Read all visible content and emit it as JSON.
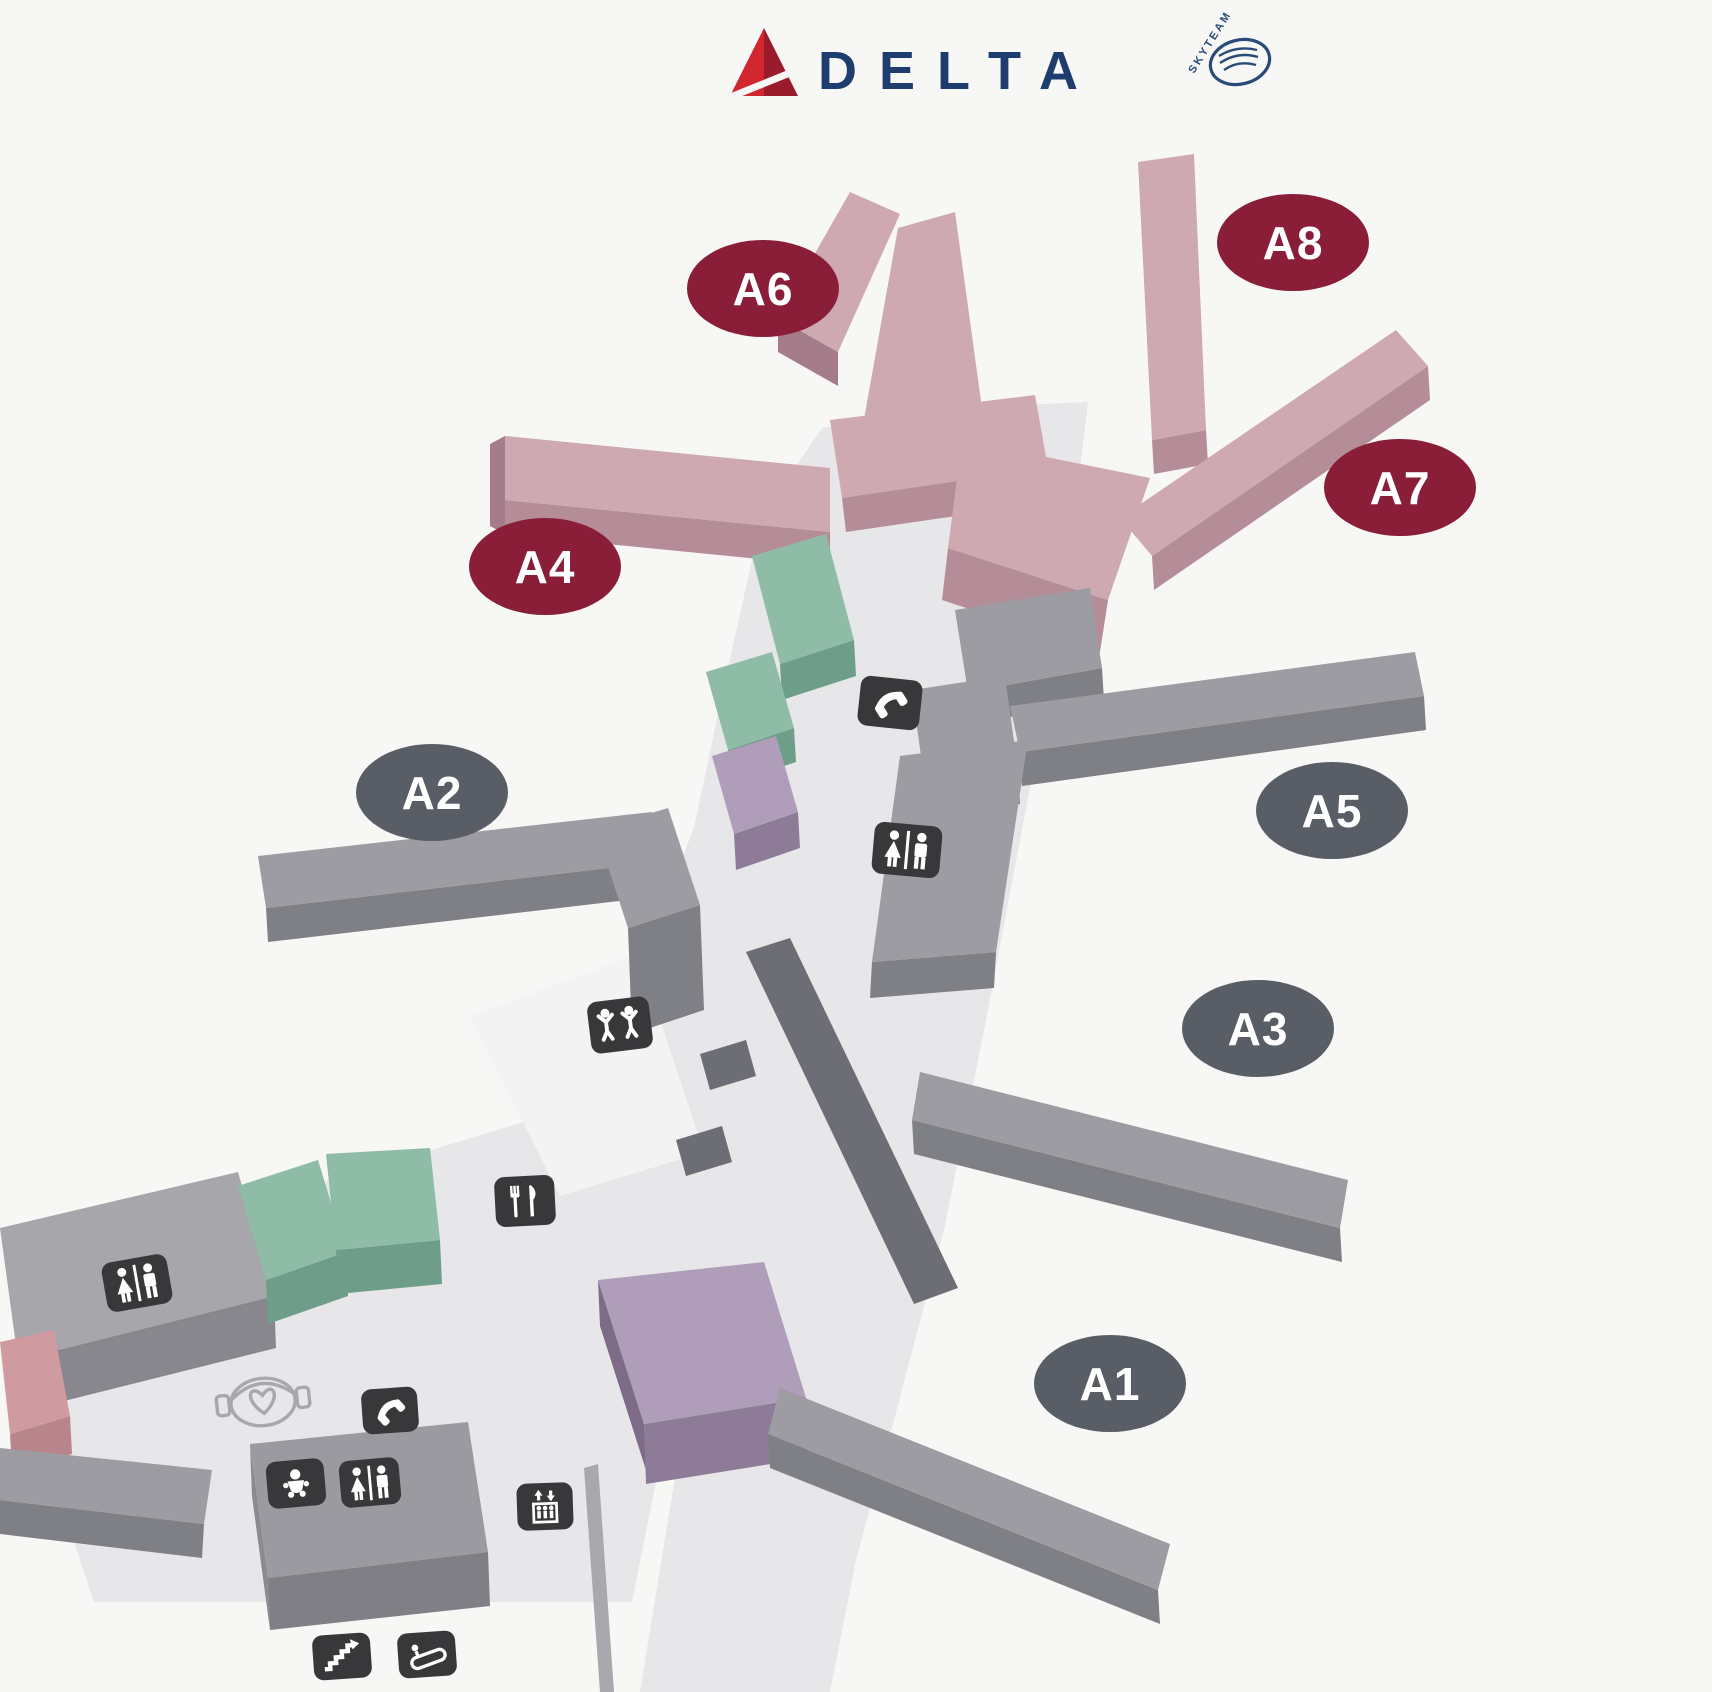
{
  "brand": {
    "wordmark": "DELTA",
    "alliance_wordmark": "SKYTEAM"
  },
  "gates": [
    {
      "label": "A6",
      "style": "maroon"
    },
    {
      "label": "A8",
      "style": "maroon"
    },
    {
      "label": "A4",
      "style": "maroon"
    },
    {
      "label": "A7",
      "style": "maroon"
    },
    {
      "label": "A2",
      "style": "gray"
    },
    {
      "label": "A5",
      "style": "gray"
    },
    {
      "label": "A3",
      "style": "gray"
    },
    {
      "label": "A1",
      "style": "gray"
    }
  ],
  "icons": [
    {
      "name": "telephone-icon"
    },
    {
      "name": "restroom-icon"
    },
    {
      "name": "childrens-play-area-icon"
    },
    {
      "name": "food-court-icon"
    },
    {
      "name": "restroom-icon"
    },
    {
      "name": "lactation-suite-logo"
    },
    {
      "name": "telephone-icon"
    },
    {
      "name": "baby-care-icon"
    },
    {
      "name": "restroom-icon"
    },
    {
      "name": "elevator-icon"
    },
    {
      "name": "stairs-icon"
    },
    {
      "name": "escalator-icon"
    }
  ],
  "colors": {
    "background": "#f7f7f6",
    "walkway": "#e7e7e9",
    "badge_maroon": "#8a1e39",
    "badge_gray": "#595d66",
    "pier_pink_top": "#cfa9b2",
    "pier_pink_side": "#b58d99",
    "block_green_top": "#8fbca6",
    "block_green_side": "#6e9e89",
    "block_purple_top": "#af9db9",
    "block_purple_side": "#8e7b98",
    "block_gray_top": "#9c9ca2",
    "block_gray_side": "#7f7f86",
    "block_gray_dark": "#6d6d75",
    "icon_tile": "#38383b",
    "delta_navy": "#1e3c6d",
    "delta_red": "#d2262f",
    "delta_red_dark": "#9a1b2b"
  }
}
